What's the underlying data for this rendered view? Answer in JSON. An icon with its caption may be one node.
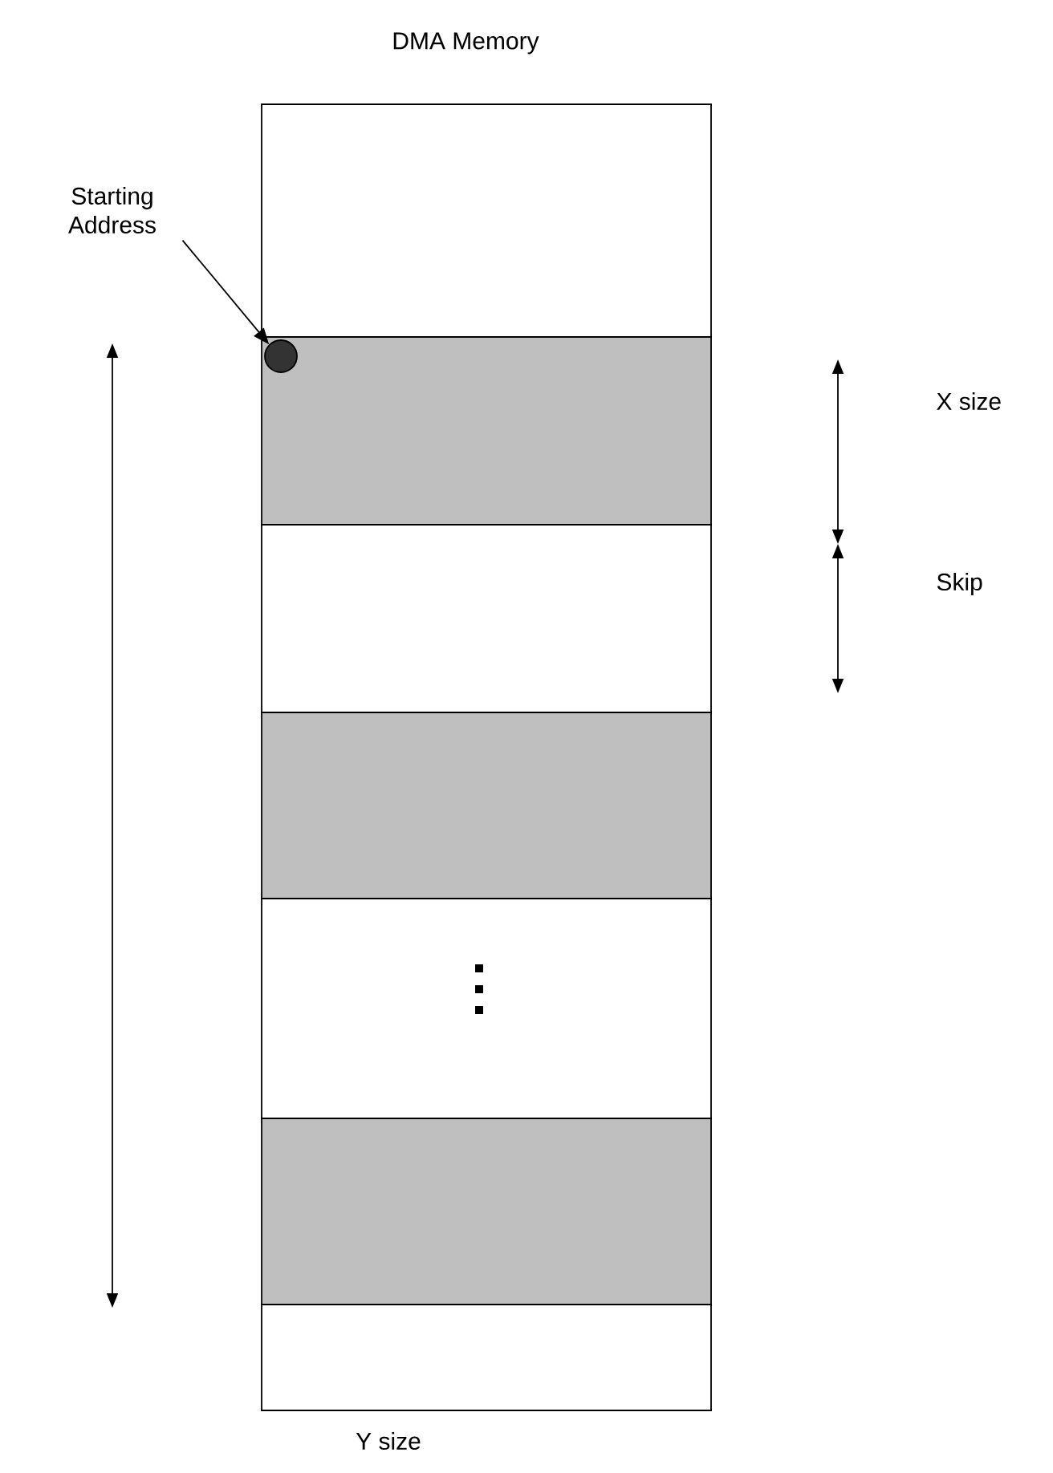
{
  "diagram": {
    "title": "DMA Memory",
    "nodes": [
      {
        "text": [
          "Starting Address"
        ]
      },
      {
        "text": [],
        "shape": "circle"
      }
    ],
    "edges": [
      {
        "from": 0,
        "to": 1,
        "arrow": "to"
      }
    ],
    "labels": [
      "X size",
      "Skip",
      "Y size"
    ]
  }
}
